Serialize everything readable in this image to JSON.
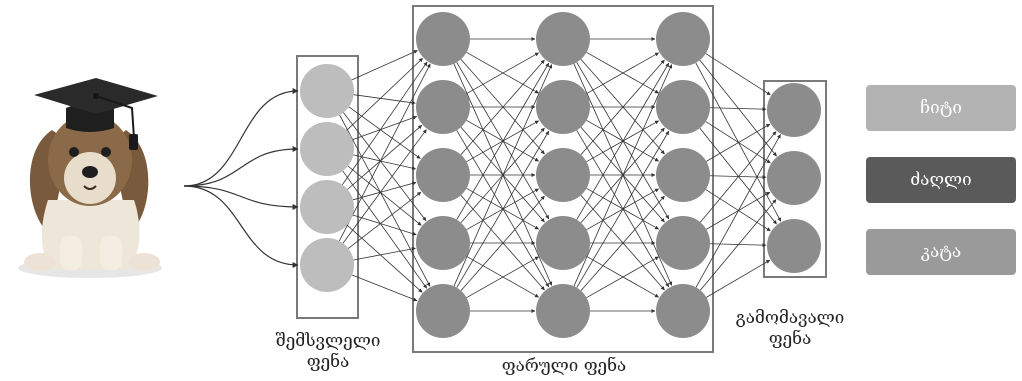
{
  "layers": {
    "input": {
      "caption_line1": "შემსვლელი",
      "caption_line2": "ფენა",
      "neurons": 4
    },
    "hidden": {
      "caption": "ფარული ფენა",
      "columns": 3,
      "neurons_per_column": 5
    },
    "output": {
      "caption_line1": "გამომავალი",
      "caption_line2": "ფენა",
      "neurons": 3
    }
  },
  "classes": [
    {
      "label": "ჩიტი",
      "color": "#b3b3b3"
    },
    {
      "label": "ძაღლი",
      "color": "#5a5a5a"
    },
    {
      "label": "კატა",
      "color": "#9a9a9a"
    }
  ],
  "colors": {
    "input_neuron": "#bdbdbd",
    "hidden_neuron": "#8c8c8c",
    "output_neuron": "#8c8c8c",
    "frame": "#7a7a7a",
    "connection": "#333333"
  }
}
